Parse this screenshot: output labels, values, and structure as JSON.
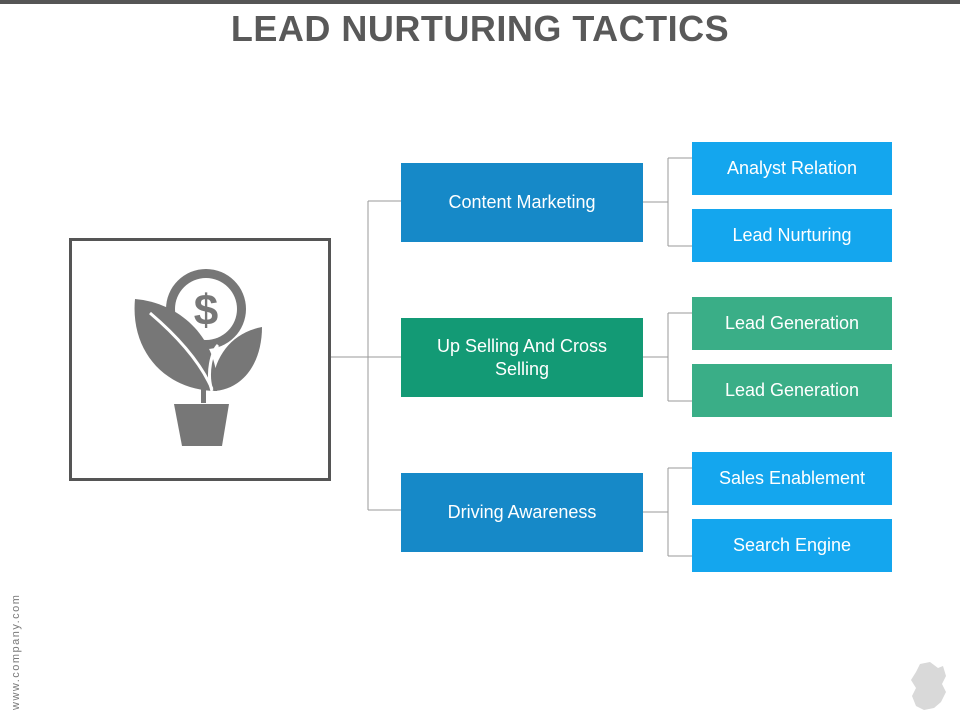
{
  "title": "LEAD NURTURING TACTICS",
  "icon": "plant-with-dollar-coin-icon",
  "colors": {
    "title": "#595959",
    "frame": "#555555",
    "icon": "#777777",
    "connector": "#9a9a9a",
    "blue_dark": "#1689C8",
    "green_dark": "#139A75",
    "blue_light": "#14A6EE",
    "green_light": "#3AAE87"
  },
  "branches": [
    {
      "label": "Content Marketing",
      "children": [
        "Analyst Relation",
        "Lead Nurturing"
      ]
    },
    {
      "label": "Up Selling And Cross Selling",
      "children": [
        "Lead Generation",
        "Lead Generation"
      ]
    },
    {
      "label": "Driving Awareness",
      "children": [
        "Sales Enablement",
        "Search Engine"
      ]
    }
  ],
  "footer": {
    "website": "www.company.com"
  }
}
